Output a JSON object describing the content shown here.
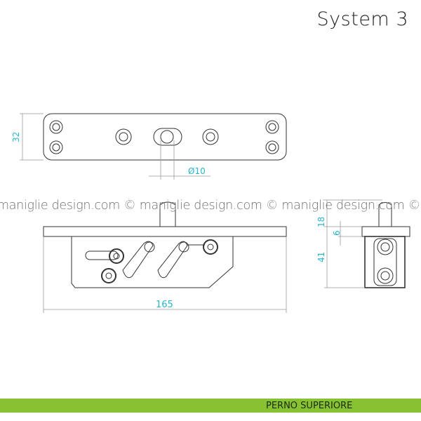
{
  "title": "System 3",
  "dimensions": {
    "height_top": "32",
    "diameter": "Ø10",
    "length": "165",
    "pin_height": "18",
    "plate_thickness": "6",
    "body_height": "41"
  },
  "watermark": "maniglie design.com © maniglie design.com © maniglie design.com ©",
  "footer": {
    "label": "PERNO SUPERIORE"
  },
  "colors": {
    "accent": "#86c232",
    "dimension": "#29b6c9"
  }
}
